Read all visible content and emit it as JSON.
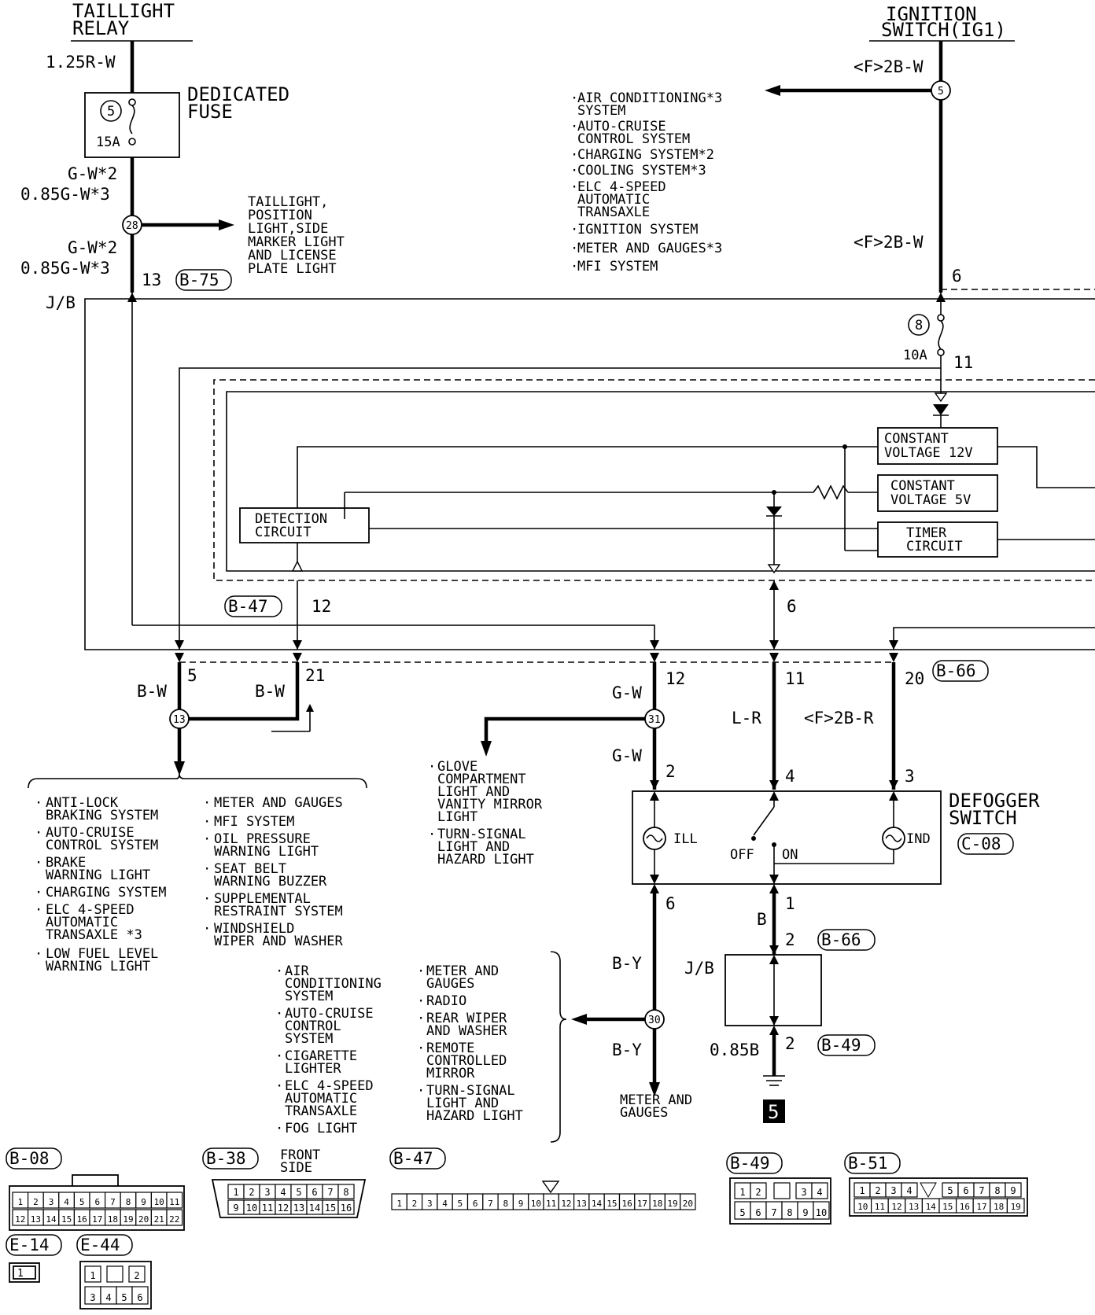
{
  "components": {
    "taillight_relay": [
      "TAILLIGHT",
      "RELAY"
    ],
    "ignition_switch": [
      "IGNITION",
      "SWITCH(IG1)"
    ],
    "dedicated_fuse": [
      "DEDICATED",
      "FUSE"
    ],
    "fuse5": {
      "number": "5",
      "rating": "15A"
    },
    "fuse8": {
      "number": "8",
      "rating": "10A"
    },
    "jb_label": "J/B",
    "defogger_switch": [
      "DEFOGGER",
      "SWITCH"
    ],
    "constant_12v": [
      "CONSTANT",
      "VOLTAGE 12V"
    ],
    "constant_5v": [
      "CONSTANT",
      "VOLTAGE 5V"
    ],
    "timer": [
      "TIMER",
      "CIRCUIT"
    ],
    "detection": [
      "DETECTION",
      "CIRCUIT"
    ],
    "switch_labels": {
      "ill": "ILL",
      "ind": "IND",
      "off": "OFF",
      "on": "ON"
    },
    "ground_number": "5"
  },
  "wires": {
    "relay_out": "1.25R-W",
    "fuse_out_a": "G-W*2",
    "fuse_out_b": "0.85G-W*3",
    "jb_in_a": "G-W*2",
    "jb_in_b": "0.85G-W*3",
    "ig_a": "<F>2B-W",
    "ig_b": "<F>2B-W",
    "bw1": "B-W",
    "bw2": "B-W",
    "gw1": "G-W",
    "gw2": "G-W",
    "lr": "L-R",
    "f2br": "<F>2B-R",
    "by1": "B-Y",
    "by2": "B-Y",
    "b": "B",
    "b085": "0.85B"
  },
  "pins": {
    "p13": "13",
    "p6top": "6",
    "p11": "11",
    "p12inner": "12",
    "p6inner": "6",
    "p5": "5",
    "p21": "21",
    "p12": "12",
    "p11b": "11",
    "p20": "20",
    "s2": "2",
    "s4": "4",
    "s3": "3",
    "s6": "6",
    "s1": "1",
    "j2": "2",
    "g2": "2"
  },
  "connectors": {
    "b75": "B-75",
    "b47": "B-47",
    "b66a": "B-66",
    "c08": "C-08",
    "b66b": "B-66",
    "b49": "B-49"
  },
  "splices": {
    "s5": "5",
    "s28": "28",
    "s13": "13",
    "s31": "31",
    "s30": "30"
  },
  "ig_destinations": [
    [
      "AIR CONDITIONING*3",
      "SYSTEM"
    ],
    [
      "AUTO-CRUISE",
      "CONTROL SYSTEM"
    ],
    [
      "CHARGING SYSTEM*2"
    ],
    [
      "COOLING SYSTEM*3"
    ],
    [
      "ELC 4-SPEED",
      "AUTOMATIC",
      "TRANSAXLE"
    ],
    [
      "IGNITION SYSTEM"
    ],
    [
      "METER AND GAUGES*3"
    ],
    [
      "MFI SYSTEM"
    ]
  ],
  "taillight_dest": [
    "TAILLIGHT,",
    "POSITION",
    "LIGHT,SIDE",
    "MARKER LIGHT",
    "AND LICENSE",
    "PLATE LIGHT"
  ],
  "dest_13_col1": [
    [
      "ANTI-LOCK",
      "BRAKING SYSTEM"
    ],
    [
      "AUTO-CRUISE",
      "CONTROL SYSTEM"
    ],
    [
      "BRAKE",
      "WARNING LIGHT"
    ],
    [
      "CHARGING SYSTEM"
    ],
    [
      "ELC 4-SPEED",
      "AUTOMATIC",
      "TRANSAXLE *3"
    ],
    [
      "LOW FUEL LEVEL",
      "WARNING LIGHT"
    ]
  ],
  "dest_13_col2": [
    [
      "METER AND GAUGES"
    ],
    [
      "MFI SYSTEM"
    ],
    [
      "OIL PRESSURE",
      "WARNING LIGHT"
    ],
    [
      "SEAT BELT",
      "WARNING BUZZER"
    ],
    [
      "SUPPLEMENTAL",
      "RESTRAINT SYSTEM"
    ],
    [
      "WINDSHIELD",
      "WIPER AND WASHER"
    ]
  ],
  "dest_31": [
    [
      "GLOVE",
      "COMPARTMENT",
      "LIGHT AND",
      "VANITY MIRROR",
      "LIGHT"
    ],
    [
      "TURN-SIGNAL",
      "LIGHT AND",
      "HAZARD LIGHT"
    ]
  ],
  "dest_30_col1": [
    [
      "AIR",
      "CONDITIONING",
      "SYSTEM"
    ],
    [
      "AUTO-CRUISE",
      "CONTROL",
      "SYSTEM"
    ],
    [
      "CIGARETTE",
      "LIGHTER"
    ],
    [
      "ELC 4-SPEED",
      "AUTOMATIC",
      "TRANSAXLE"
    ],
    [
      "FOG LIGHT"
    ]
  ],
  "dest_30_col2": [
    [
      "METER AND",
      "GAUGES"
    ],
    [
      "RADIO"
    ],
    [
      "REAR WIPER",
      "AND WASHER"
    ],
    [
      "REMOTE",
      "CONTROLLED",
      "MIRROR"
    ],
    [
      "TURN-SIGNAL",
      "LIGHT AND",
      "HAZARD LIGHT"
    ]
  ],
  "meter_gauges": [
    "METER AND",
    "GAUGES"
  ],
  "connector_views": {
    "b08": "B-08",
    "b38": "B-38",
    "front_side": [
      "FRONT",
      "SIDE"
    ],
    "b47": "B-47",
    "b49": "B-49",
    "b51": "B-51",
    "e14": "E-14",
    "e44": "E-44",
    "e14_pin": "1"
  }
}
